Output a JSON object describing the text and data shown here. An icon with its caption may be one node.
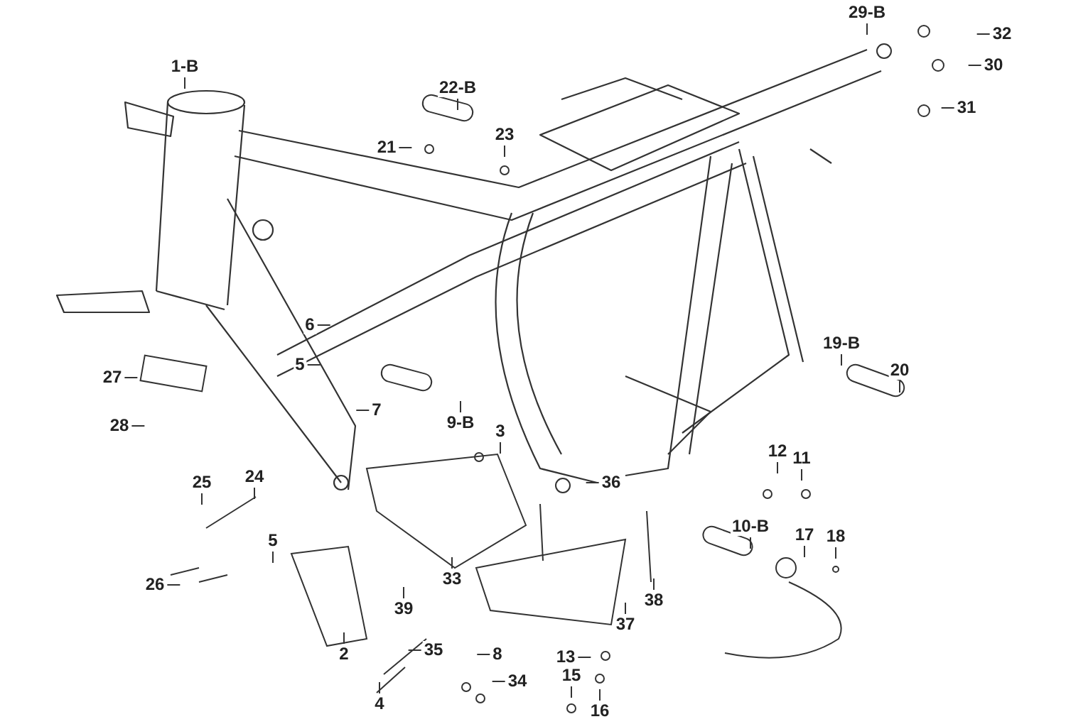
{
  "diagram": {
    "nodes": [
      {
        "text": [
          "29-B"
        ]
      },
      {
        "text": [
          "1-B"
        ]
      },
      {
        "text": [
          "22-B"
        ]
      },
      {
        "text": [
          "32"
        ]
      },
      {
        "text": [
          "30"
        ]
      },
      {
        "text": [
          "21"
        ]
      },
      {
        "text": [
          "23"
        ]
      },
      {
        "text": [
          "31"
        ]
      },
      {
        "text": [
          "6"
        ]
      },
      {
        "text": [
          "19-B"
        ]
      },
      {
        "text": [
          "5"
        ]
      },
      {
        "text": [
          "27"
        ]
      },
      {
        "text": [
          "20"
        ]
      },
      {
        "text": [
          "7"
        ]
      },
      {
        "text": [
          "28"
        ]
      },
      {
        "text": [
          "9-B"
        ]
      },
      {
        "text": [
          "3"
        ]
      },
      {
        "text": [
          "12"
        ]
      },
      {
        "text": [
          "11"
        ]
      },
      {
        "text": [
          "25"
        ]
      },
      {
        "text": [
          "24"
        ]
      },
      {
        "text": [
          "36"
        ]
      },
      {
        "text": [
          "10-B"
        ]
      },
      {
        "text": [
          "17"
        ]
      },
      {
        "text": [
          "18"
        ]
      },
      {
        "text": [
          "5"
        ]
      },
      {
        "text": [
          "33"
        ]
      },
      {
        "text": [
          "26"
        ]
      },
      {
        "text": [
          "39"
        ]
      },
      {
        "text": [
          "37"
        ]
      },
      {
        "text": [
          "38"
        ]
      },
      {
        "text": [
          "13"
        ]
      },
      {
        "text": [
          "2"
        ]
      },
      {
        "text": [
          "35"
        ]
      },
      {
        "text": [
          "8"
        ]
      },
      {
        "text": [
          "34"
        ]
      },
      {
        "text": [
          "15"
        ]
      },
      {
        "text": [
          "16"
        ]
      },
      {
        "text": [
          "4"
        ]
      }
    ],
    "edges": [
      {
        "from": 0,
        "to": null,
        "arrow": "none"
      },
      {
        "from": 1,
        "to": null,
        "arrow": "none"
      },
      {
        "from": 2,
        "to": null,
        "arrow": "none"
      },
      {
        "from": 3,
        "to": null,
        "arrow": "none"
      },
      {
        "from": 4,
        "to": null,
        "arrow": "none"
      },
      {
        "from": 5,
        "to": null,
        "arrow": "none"
      },
      {
        "from": 6,
        "to": null,
        "arrow": "none"
      },
      {
        "from": 7,
        "to": null,
        "arrow": "none"
      },
      {
        "from": 8,
        "to": null,
        "arrow": "none"
      },
      {
        "from": 9,
        "to": null,
        "arrow": "none"
      },
      {
        "from": 10,
        "to": null,
        "arrow": "none"
      },
      {
        "from": 11,
        "to": null,
        "arrow": "none"
      },
      {
        "from": 12,
        "to": null,
        "arrow": "none"
      },
      {
        "from": 13,
        "to": null,
        "arrow": "none"
      },
      {
        "from": 14,
        "to": null,
        "arrow": "none"
      },
      {
        "from": 15,
        "to": null,
        "arrow": "none"
      },
      {
        "from": 16,
        "to": null,
        "arrow": "none"
      },
      {
        "from": 17,
        "to": null,
        "arrow": "none"
      },
      {
        "from": 18,
        "to": null,
        "arrow": "none"
      },
      {
        "from": 19,
        "to": null,
        "arrow": "none"
      },
      {
        "from": 20,
        "to": null,
        "arrow": "none"
      },
      {
        "from": 21,
        "to": null,
        "arrow": "none"
      },
      {
        "from": 22,
        "to": null,
        "arrow": "none"
      },
      {
        "from": 23,
        "to": null,
        "arrow": "none"
      },
      {
        "from": 24,
        "to": null,
        "arrow": "none"
      },
      {
        "from": 25,
        "to": null,
        "arrow": "none"
      },
      {
        "from": 26,
        "to": null,
        "arrow": "none"
      },
      {
        "from": 27,
        "to": null,
        "arrow": "none"
      },
      {
        "from": 28,
        "to": null,
        "arrow": "none"
      },
      {
        "from": 29,
        "to": null,
        "arrow": "none"
      },
      {
        "from": 30,
        "to": null,
        "arrow": "none"
      },
      {
        "from": 31,
        "to": null,
        "arrow": "none"
      },
      {
        "from": 32,
        "to": null,
        "arrow": "none"
      },
      {
        "from": 33,
        "to": null,
        "arrow": "none"
      },
      {
        "from": 34,
        "to": null,
        "arrow": "none"
      },
      {
        "from": 35,
        "to": null,
        "arrow": "none"
      },
      {
        "from": 36,
        "to": null,
        "arrow": "none"
      },
      {
        "from": 37,
        "to": null,
        "arrow": "none"
      },
      {
        "from": 38,
        "to": null,
        "arrow": "none"
      }
    ]
  }
}
